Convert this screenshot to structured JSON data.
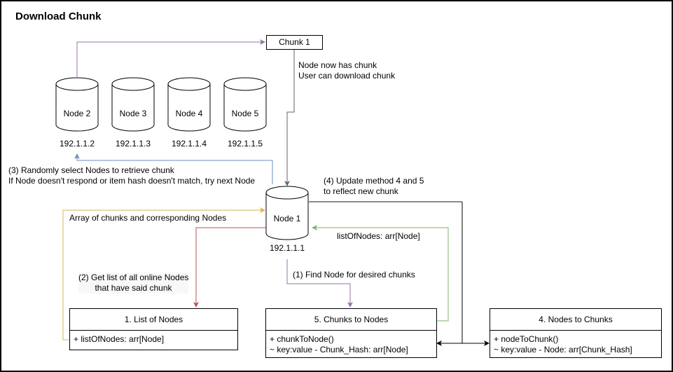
{
  "diagram": {
    "title": "Download Chunk",
    "chunk": {
      "label": "Chunk 1"
    },
    "peer_nodes": [
      {
        "label": "Node 2",
        "ip": "192.1.1.2"
      },
      {
        "label": "Node 3",
        "ip": "192.1.1.3"
      },
      {
        "label": "Node 4",
        "ip": "192.1.1.4"
      },
      {
        "label": "Node 5",
        "ip": "192.1.1.5"
      }
    ],
    "main_node": {
      "label": "Node 1",
      "ip": "192.1.1.1"
    },
    "classes": {
      "list_of_nodes": {
        "title": "1. List of Nodes",
        "members": [
          "+ listOfNodes: arr[Node]"
        ]
      },
      "chunks_to_nodes": {
        "title": "5. Chunks to Nodes",
        "members": [
          "+ chunkToNode()",
          "~ key:value - Chunk_Hash: arr[Node]"
        ]
      },
      "nodes_to_chunks": {
        "title": "4. Nodes to Chunks",
        "members": [
          "+ nodeToChunk()",
          "~ key:value - Node: arr[Chunk_Hash]"
        ]
      }
    },
    "edge_labels": {
      "node_has_chunk": [
        "Node now has chunk",
        "User can download chunk"
      ],
      "step3": [
        "(3) Randomly select Nodes to retrieve chunk",
        "If Node doesn't respond or item hash doesn't match, try next Node"
      ],
      "step4": [
        "(4) Update method 4 and 5",
        "to reflect new chunk"
      ],
      "array_of_chunks": "Array of chunks and corresponding Nodes",
      "list_of_nodes_return": "listOfNodes: arr[Node]",
      "step1": "(1) Find Node for desired chunks",
      "step2": [
        "(2) Get list of all online Nodes",
        "that have said chunk"
      ]
    },
    "colors": {
      "purple": "#9673a6",
      "blue": "#6c8ebf",
      "gray": "#666666",
      "yellow": "#d6b656",
      "red": "#b85450",
      "green": "#82b366",
      "black": "#000000"
    }
  }
}
